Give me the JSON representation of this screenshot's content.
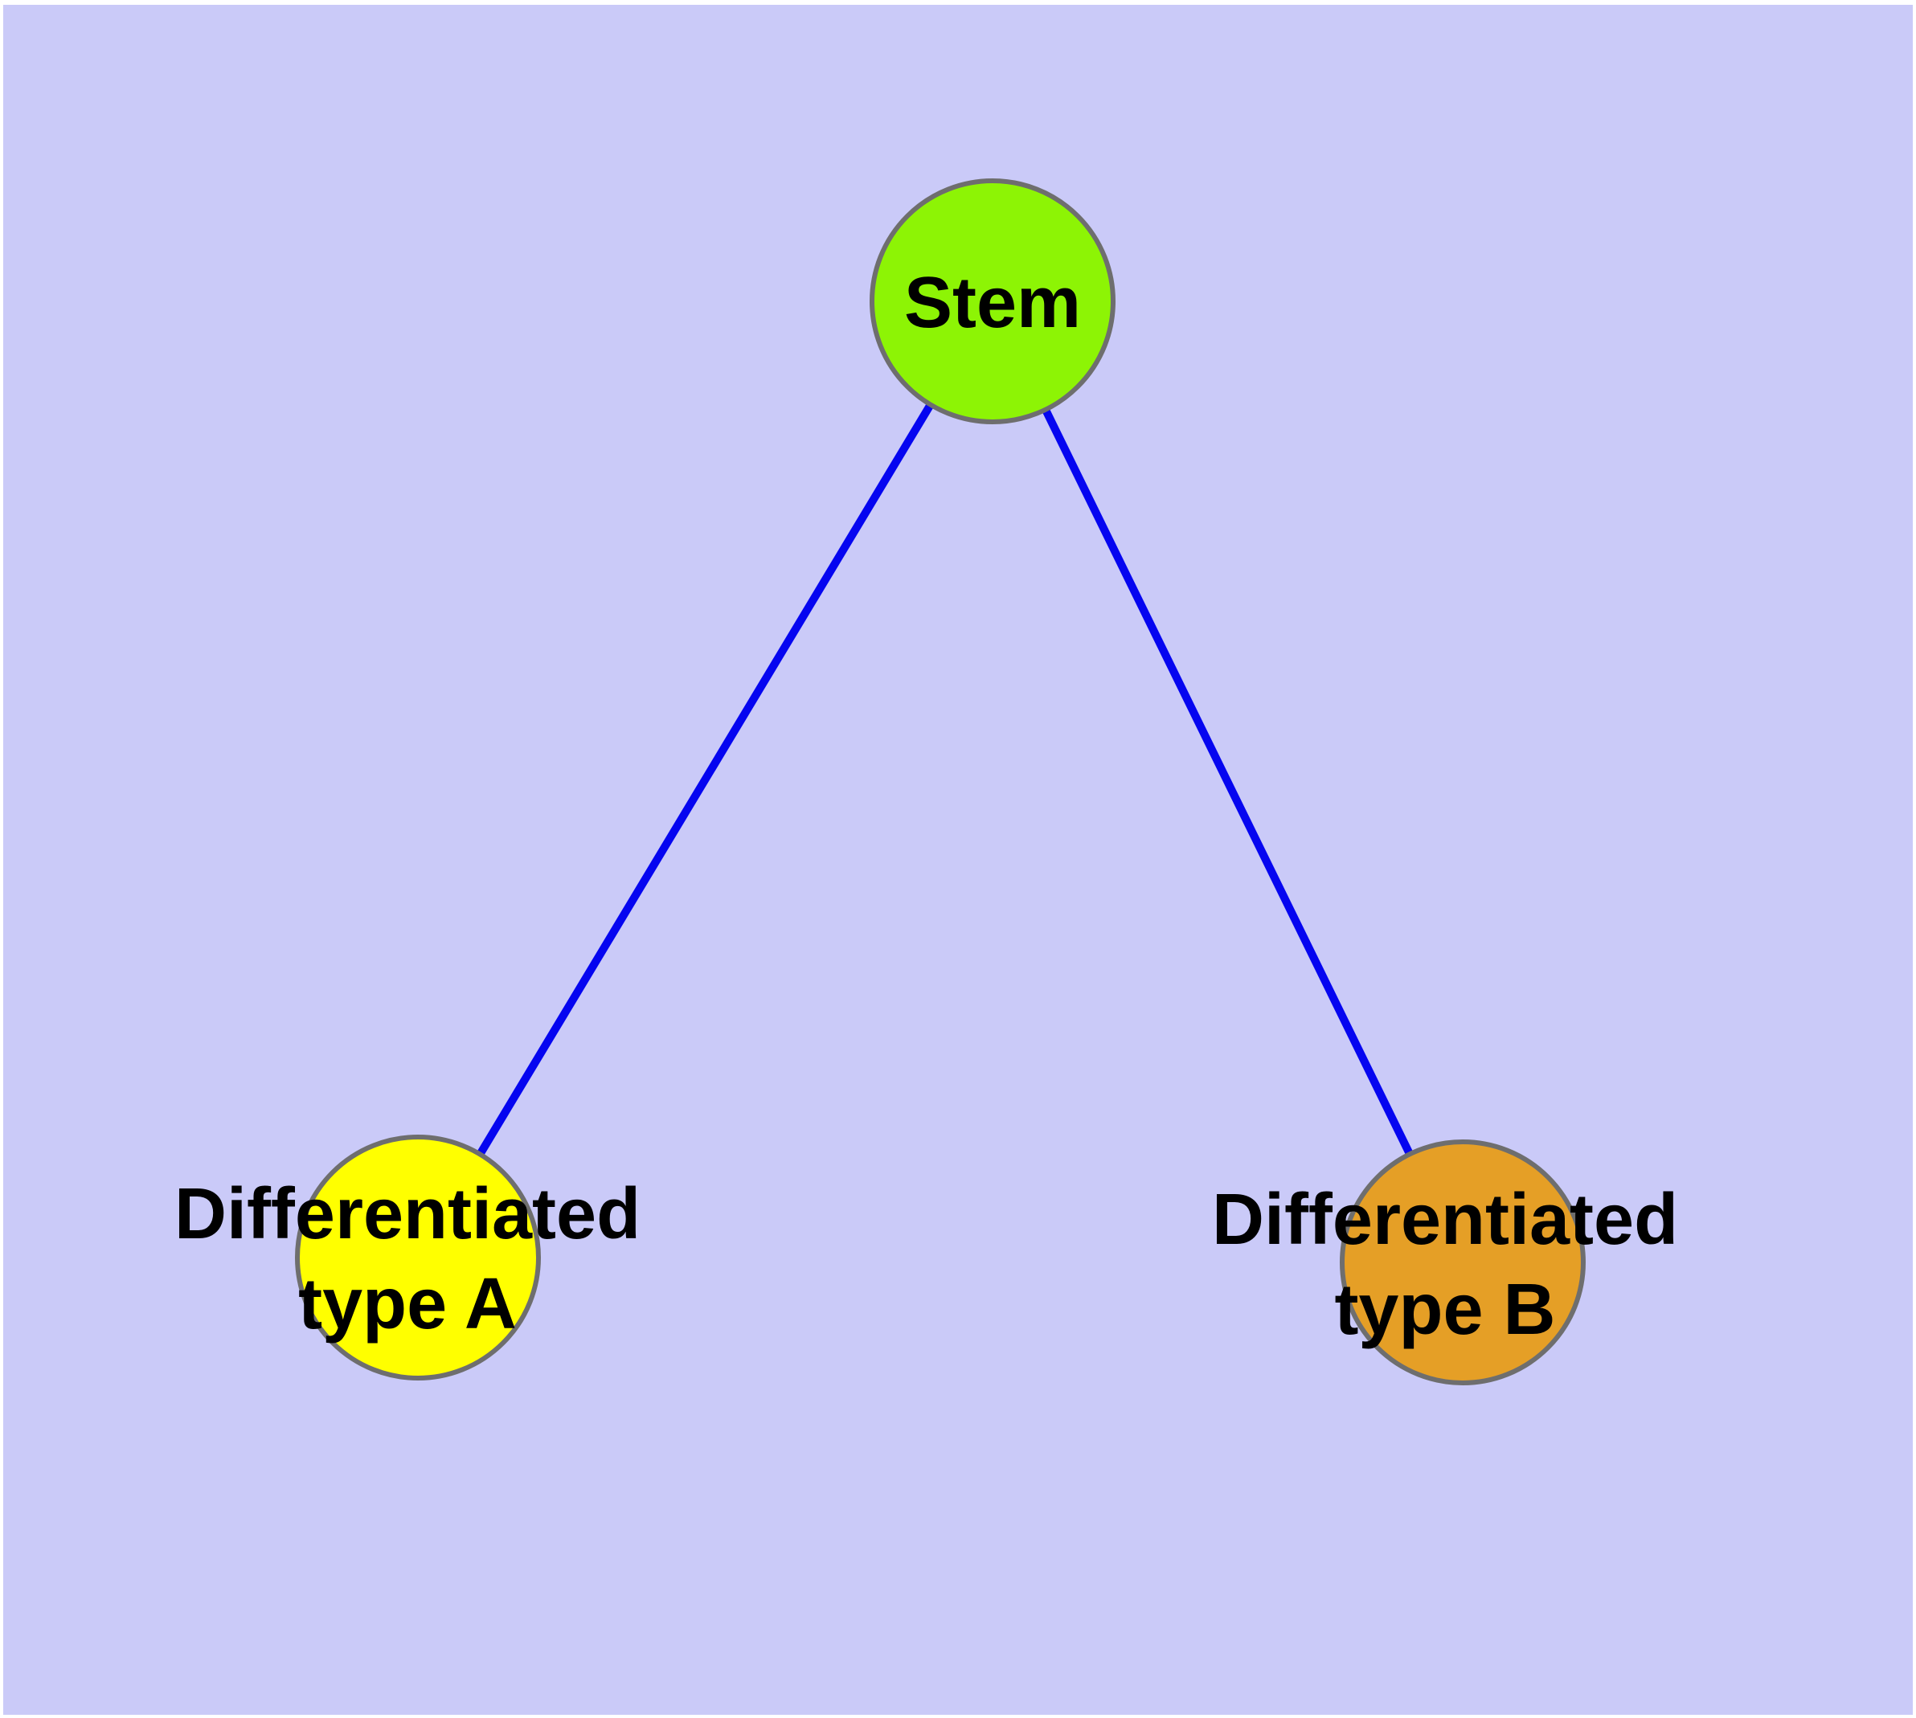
{
  "diagram": {
    "description": "Stem cell differentiation graph",
    "node_count": 3,
    "edge_count": 2
  },
  "colors": {
    "page_background": "#ffffff",
    "canvas_background": "#cacaf8",
    "edge": "#0505f0",
    "node_border": "#6e6e6e",
    "label_text": "#000000"
  },
  "nodes": {
    "stem": {
      "label": "Stem",
      "fill": "#8df405"
    },
    "type_a": {
      "label": "Differentiated\ntype A",
      "fill": "#ffff00"
    },
    "type_b": {
      "label": "Differentiated\ntype B",
      "fill": "#e59f26"
    }
  },
  "edges": [
    {
      "from": "Stem",
      "to": "Differentiated type A"
    },
    {
      "from": "Stem",
      "to": "Differentiated type B"
    }
  ]
}
